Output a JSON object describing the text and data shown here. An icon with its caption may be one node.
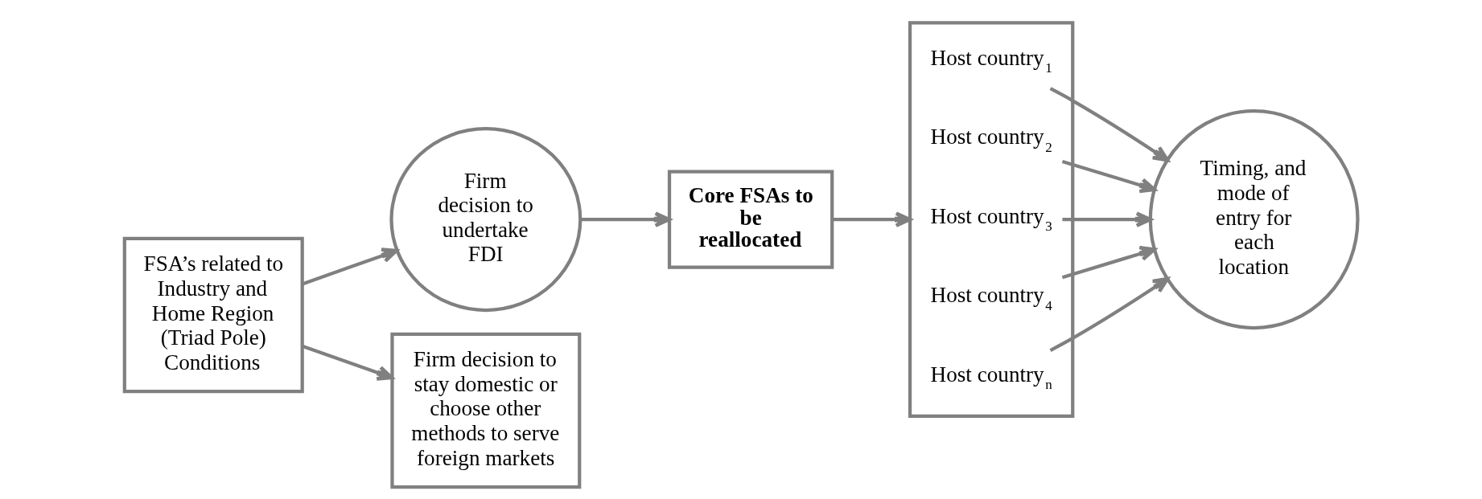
{
  "diagram": {
    "nodes": [
      {
        "text": [
          "FSA’s related to Industry and Home Region (Triad Pole) Conditions"
        ]
      },
      {
        "text": [
          "Firm decision to undertake FDI"
        ]
      },
      {
        "text": [
          "Firm decision to stay domestic or choose other methods to serve foreign markets"
        ]
      },
      {
        "text": [
          "Core FSAs to be reallocated"
        ]
      },
      {
        "text": [],
        "shape": "box"
      },
      {
        "text": [
          "Host country$_{1}$"
        ],
        "in": 4
      },
      {
        "text": [
          "Host country$_{2}$"
        ],
        "in": 4
      },
      {
        "text": [
          "Host country$_{3}$"
        ],
        "in": 4
      },
      {
        "text": [
          "Host country$_{4}$"
        ],
        "in": 4
      },
      {
        "text": [
          "Host country$_{n}$"
        ],
        "in": 4
      },
      {
        "text": [
          "Timing, and mode of entry for each location"
        ]
      }
    ],
    "edges": [
      {
        "from": 0,
        "to": 1,
        "arrow": "to"
      },
      {
        "from": 0,
        "to": 2,
        "arrow": "to"
      },
      {
        "from": 1,
        "to": 3,
        "arrow": "to"
      },
      {
        "from": 3,
        "to": 4,
        "arrow": "to"
      },
      {
        "from": 5,
        "to": 10,
        "arrow": "to"
      },
      {
        "from": 6,
        "to": 10,
        "arrow": "to"
      },
      {
        "from": 7,
        "to": 10,
        "arrow": "to"
      },
      {
        "from": 8,
        "to": 10,
        "arrow": "to"
      },
      {
        "from": 9,
        "to": 10,
        "arrow": "to"
      }
    ]
  }
}
